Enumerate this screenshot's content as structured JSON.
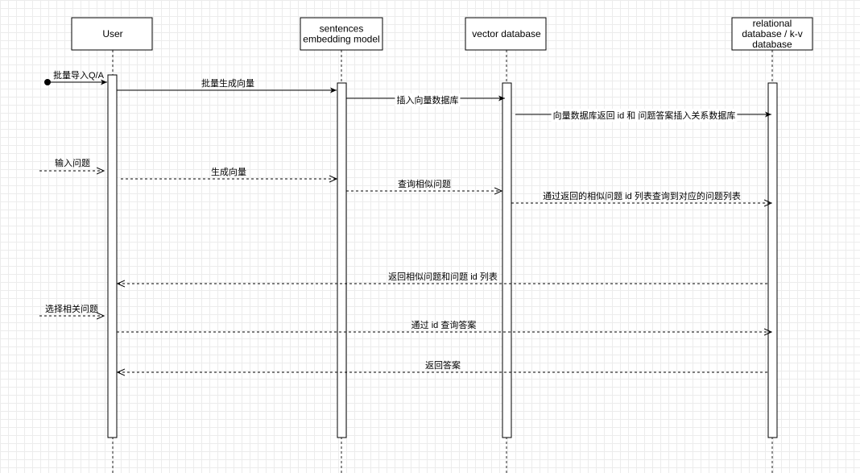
{
  "participants": [
    {
      "id": "user",
      "lines": [
        "User"
      ]
    },
    {
      "id": "model",
      "lines": [
        "sentences",
        "embedding model"
      ]
    },
    {
      "id": "vdb",
      "lines": [
        "vector database"
      ]
    },
    {
      "id": "rdb",
      "lines": [
        "relational",
        "database / k-v",
        "database"
      ]
    }
  ],
  "messages": [
    {
      "id": "m1",
      "text": "批量导入Q/A",
      "style": "solid",
      "start": "dot"
    },
    {
      "id": "m2",
      "text": "批量生成向量",
      "style": "solid"
    },
    {
      "id": "m3",
      "text": "插入向量数据库",
      "style": "solid"
    },
    {
      "id": "m4",
      "text": "向量数据库返回 id 和 问题答案插入关系数据库",
      "style": "solid"
    },
    {
      "id": "m5",
      "text": "输入问题",
      "style": "dashed"
    },
    {
      "id": "m6",
      "text": "生成向量",
      "style": "dashed"
    },
    {
      "id": "m7",
      "text": "查询相似问题",
      "style": "dashed"
    },
    {
      "id": "m8",
      "text": "通过返回的相似问题 id 列表查询到对应的问题列表",
      "style": "dashed"
    },
    {
      "id": "m9",
      "text": "返回相似问题和问题 id 列表",
      "style": "dashed"
    },
    {
      "id": "m10",
      "text": "选择相关问题",
      "style": "dashed"
    },
    {
      "id": "m11",
      "text": "通过 id 查询答案",
      "style": "dashed"
    },
    {
      "id": "m12",
      "text": "返回答案",
      "style": "dashed"
    }
  ]
}
